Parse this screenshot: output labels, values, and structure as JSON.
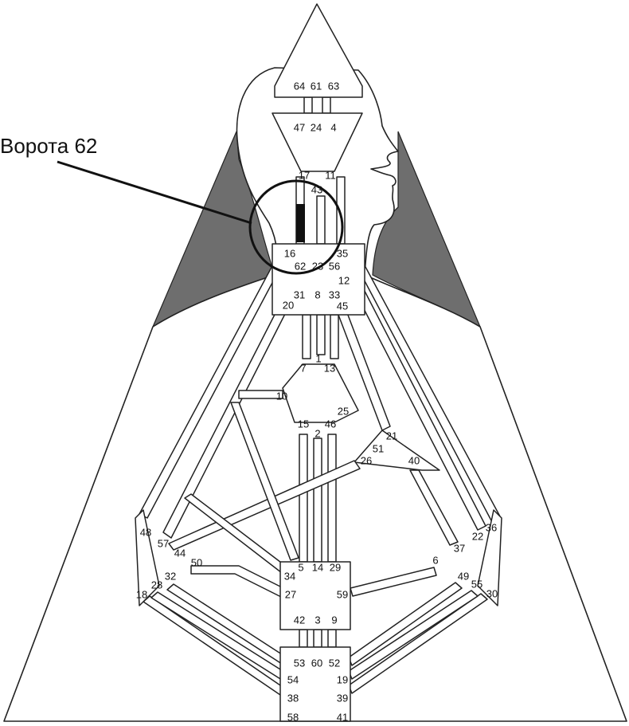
{
  "callout": {
    "label": "Ворота 62",
    "gate": "62"
  },
  "gates": {
    "g64": "64",
    "g61": "61",
    "g63": "63",
    "g47": "47",
    "g24": "24",
    "g4": "4",
    "g17": "17",
    "g11": "11",
    "g43": "43",
    "g16": "16",
    "g62": "62",
    "g23": "23",
    "g56": "56",
    "g35": "35",
    "g12": "12",
    "g20": "20",
    "g31": "31",
    "g8": "8",
    "g33": "33",
    "g45": "45",
    "g7": "7",
    "g1": "1",
    "g13": "13",
    "g10": "10",
    "g25": "25",
    "g15": "15",
    "g2": "2",
    "g46": "46",
    "g21": "21",
    "g51": "51",
    "g26": "26",
    "g40": "40",
    "g48": "48",
    "g57": "57",
    "g44": "44",
    "g50": "50",
    "g36": "36",
    "g22": "22",
    "g37": "37",
    "g6": "6",
    "g34": "34",
    "g5": "5",
    "g14": "14",
    "g29": "29",
    "g32": "32",
    "g28": "28",
    "g18": "18",
    "g27": "27",
    "g59": "59",
    "g49": "49",
    "g55": "55",
    "g30": "30",
    "g42": "42",
    "g3": "3",
    "g9": "9",
    "g53": "53",
    "g60": "60",
    "g52": "52",
    "g54": "54",
    "g19": "19",
    "g38": "38",
    "g39": "39",
    "g58": "58",
    "g41": "41"
  }
}
